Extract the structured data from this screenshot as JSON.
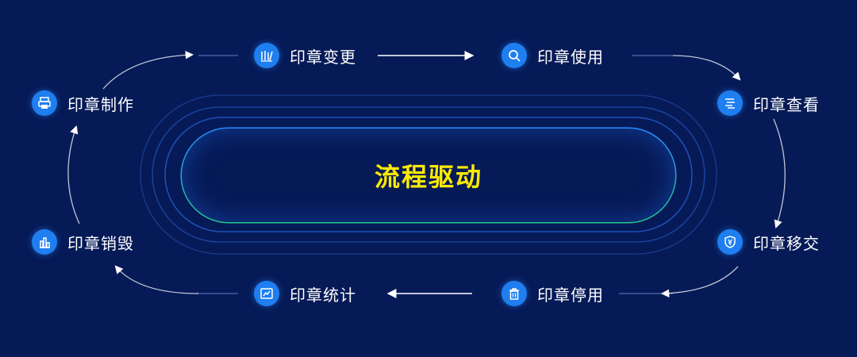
{
  "center": {
    "title": "流程驱动"
  },
  "nodes": [
    {
      "key": "make",
      "label": "印章制作",
      "icon": "printer-icon"
    },
    {
      "key": "change",
      "label": "印章变更",
      "icon": "edit-lines-icon"
    },
    {
      "key": "use",
      "label": "印章使用",
      "icon": "search-icon"
    },
    {
      "key": "view",
      "label": "印章查看",
      "icon": "document-list-icon"
    },
    {
      "key": "transfer",
      "label": "印章移交",
      "icon": "shield-yen-icon"
    },
    {
      "key": "disable",
      "label": "印章停用",
      "icon": "trash-icon"
    },
    {
      "key": "stats",
      "label": "印章统计",
      "icon": "chart-edit-icon"
    },
    {
      "key": "destroy",
      "label": "印章销毁",
      "icon": "bar-chart-icon"
    }
  ],
  "colors": {
    "background": "#061a57",
    "accent_blue": "#1f7ef0",
    "title_yellow": "#ffea00",
    "pill_green": "#1fc77a"
  }
}
